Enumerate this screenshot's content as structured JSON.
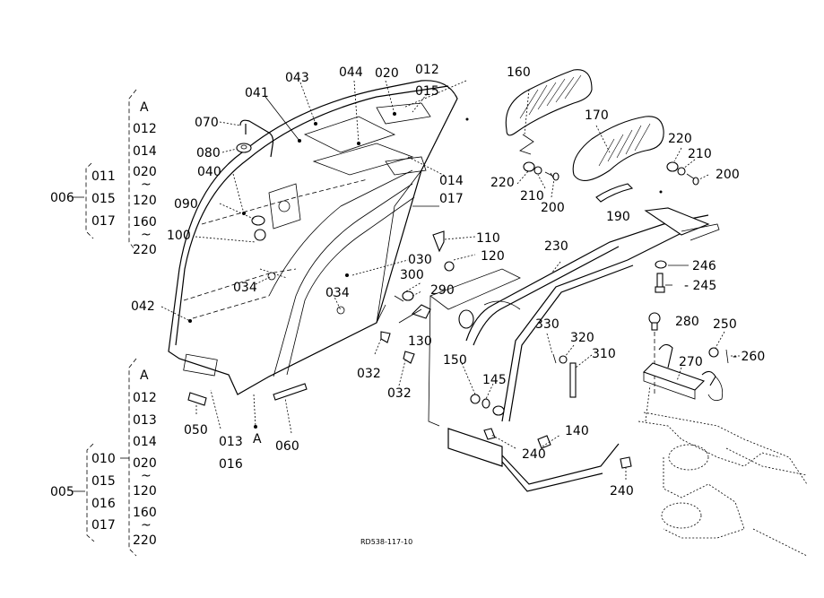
{
  "diagram": {
    "type": "exploded-parts-diagram",
    "drawing_number": "RD538-117-10",
    "assemblies": [
      {
        "id": "006",
        "variant_group": [
          "011",
          "015",
          "017"
        ],
        "includes": [
          "A",
          "012",
          "014",
          "020",
          "~",
          "120",
          "160",
          "~",
          "220"
        ]
      },
      {
        "id": "005",
        "variant_group": [
          "010",
          "015",
          "016",
          "017"
        ],
        "includes": [
          "A",
          "012",
          "013",
          "014",
          "020",
          "~",
          "120",
          "160",
          "~",
          "220"
        ]
      }
    ],
    "callouts": {
      "c070": "070",
      "c080": "080",
      "c040": "040",
      "c041": "041",
      "c043": "043",
      "c044": "044",
      "c020": "020",
      "c012": "012",
      "c015": "015",
      "c014": "014",
      "c017": "017",
      "c090": "090",
      "c100": "100",
      "c042": "042",
      "c034a": "034",
      "c034b": "034",
      "c030": "030",
      "c300": "300",
      "c290": "290",
      "c110": "110",
      "c120": "120",
      "c130": "130",
      "c032a": "032",
      "c032b": "032",
      "c050": "050",
      "c013": "013",
      "c016": "016",
      "cA": "A",
      "c060": "060",
      "c150": "150",
      "c145": "145",
      "c140": "140",
      "c240a": "240",
      "c240b": "240",
      "c160": "160",
      "c170": "170",
      "c220a": "220",
      "c210a": "210",
      "c200a": "200",
      "c220b": "220",
      "c210b": "210",
      "c200b": "200",
      "c190": "190",
      "c230": "230",
      "c246": "246",
      "c245": "- 245",
      "c330": "330",
      "c320": "320",
      "c310": "310",
      "c280": "280",
      "c250": "250",
      "c270": "270",
      "c260": "- 260"
    },
    "legend_006": {
      "label": "006",
      "left": [
        "011",
        "015",
        "017"
      ],
      "right": [
        "A",
        "012",
        "014",
        "020",
        "~",
        "120",
        "160",
        "~",
        "220"
      ]
    },
    "legend_005": {
      "label": "005",
      "left": [
        "010",
        "015",
        "016",
        "017"
      ],
      "right": [
        "A",
        "012",
        "013",
        "014",
        "020",
        "~",
        "120",
        "160",
        "~",
        "220"
      ]
    }
  }
}
